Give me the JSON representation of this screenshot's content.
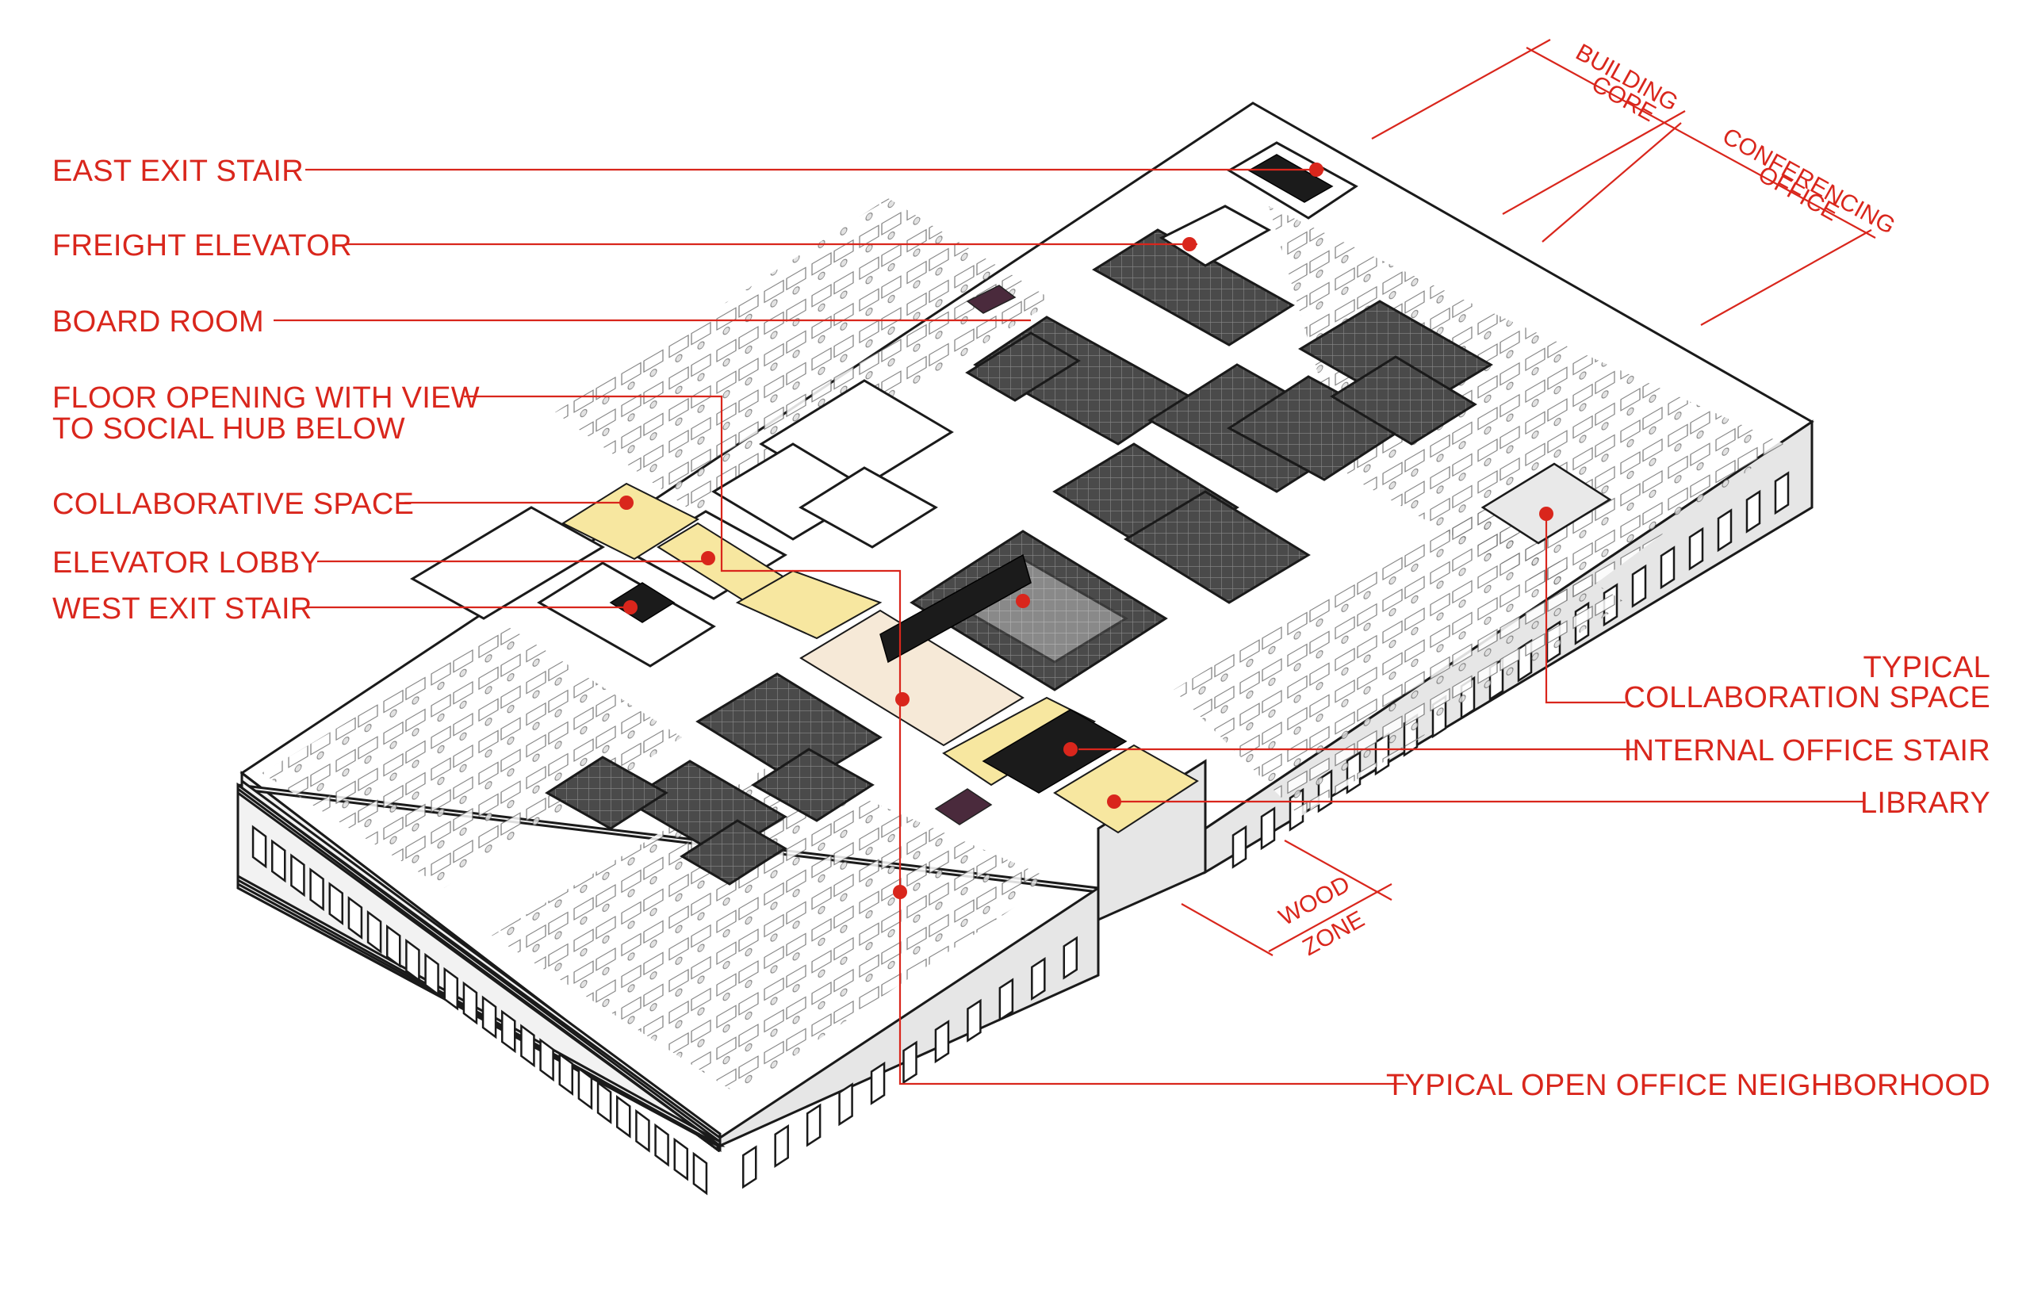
{
  "labels": {
    "east_exit_stair": "EAST EXIT STAIR",
    "freight_elevator": "FREIGHT ELEVATOR",
    "board_room": "BOARD ROOM",
    "floor_opening_line1": "FLOOR OPENING WITH VIEW",
    "floor_opening_line2": "TO SOCIAL HUB BELOW",
    "collaborative_space": "COLLABORATIVE SPACE",
    "elevator_lobby": "ELEVATOR LOBBY",
    "west_exit_stair": "WEST EXIT STAIR",
    "typical_collab_line1": "TYPICAL",
    "typical_collab_line2": "COLLABORATION SPACE",
    "internal_office_stair": "INTERNAL OFFICE STAIR",
    "library": "LIBRARY",
    "typical_open_office": "TYPICAL OPEN OFFICE NEIGHBORHOOD"
  },
  "dimensions": {
    "building_core_line1": "BUILDING",
    "building_core_line2": "CORE",
    "conferencing_line1": "CONFERENCING",
    "conferencing_line2": "OFFICE",
    "wood_zone_line1": "WOOD",
    "wood_zone_line2": "ZONE"
  },
  "colors": {
    "annotation": "#d9261c",
    "highlight_yellow": "#f7e7a0",
    "highlight_beige": "#f6e9d7",
    "ink": "#1a1a1a"
  }
}
